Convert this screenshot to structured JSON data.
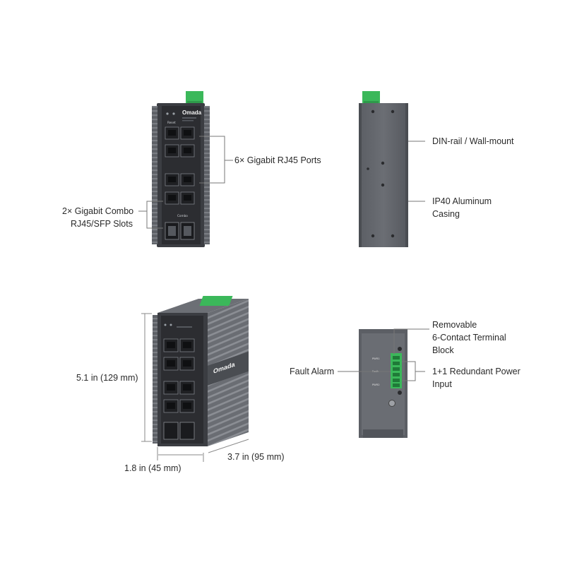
{
  "views": {
    "front": {
      "brand": "Omada",
      "reset": "Reset",
      "combo": "Combo"
    },
    "angled": {
      "brand": "Omada"
    },
    "bottom": {
      "port_labels": [
        "PWR1",
        "Fault",
        "PWR2"
      ]
    }
  },
  "callouts": {
    "rj45_ports": "6× Gigabit RJ45 Ports",
    "combo_slots": [
      "2× Gigabit Combo",
      "RJ45/SFP Slots"
    ],
    "din_rail": "DIN-rail / Wall-mount",
    "casing": [
      "IP40 Aluminum",
      "Casing"
    ],
    "terminal_block": [
      "Removable",
      "6-Contact Terminal",
      "Block"
    ],
    "fault_alarm": "Fault Alarm",
    "redundant_power": [
      "1+1 Redundant Power",
      "Input"
    ]
  },
  "dimensions": {
    "height": "5.1 in (129 mm)",
    "width": "1.8 in (45 mm)",
    "depth": "3.7 in (95 mm)"
  },
  "colors": {
    "body_dark": "#3b3d42",
    "body_mid": "#55585e",
    "panel": "#2c2d31",
    "port": "#1f2023",
    "connector_green": "#3bb85a",
    "line": "#777777"
  }
}
